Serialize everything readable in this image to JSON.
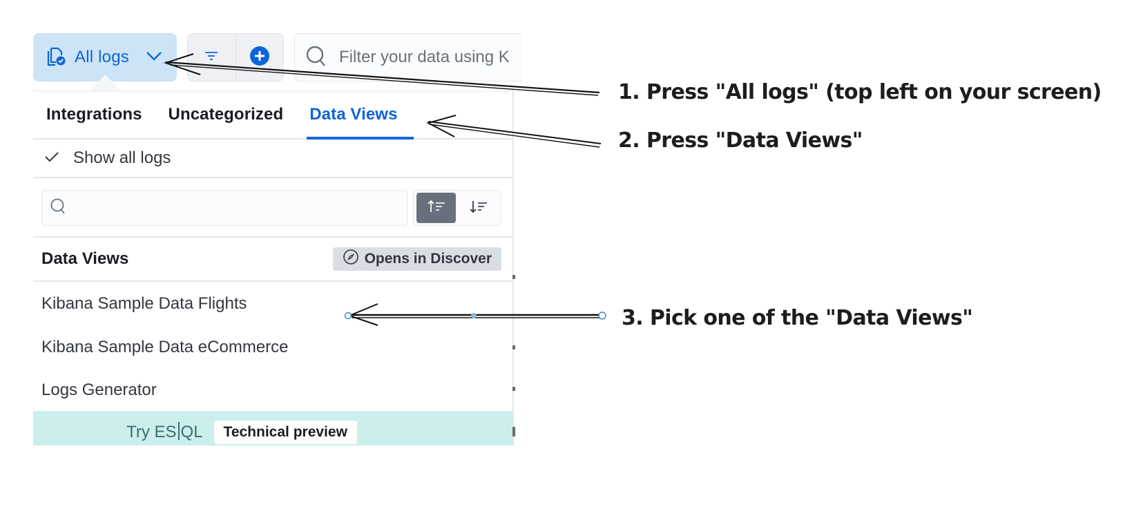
{
  "toolbar": {
    "selector_label": "All logs",
    "selector_icon": "logs-document-check-icon",
    "filter_icon": "filter-lines-icon",
    "add_icon": "plus-circle-icon",
    "query_placeholder": "Filter your data using K",
    "query_icon": "search-icon",
    "accent_color": "#0b64dd"
  },
  "popover": {
    "tabs": [
      {
        "label": "Integrations",
        "active": false
      },
      {
        "label": "Uncategorized",
        "active": false
      },
      {
        "label": "Data Views",
        "active": true
      }
    ],
    "show_all": {
      "label": "Show all logs",
      "checked": true
    },
    "search": {
      "placeholder": "",
      "value": ""
    },
    "sort": {
      "ascending_icon": "sort-ascending-icon",
      "descending_icon": "sort-descending-icon",
      "active": "ascending"
    },
    "section": {
      "title": "Data Views",
      "badge_label": "Opens in Discover",
      "badge_icon": "compass-icon"
    },
    "data_views": [
      {
        "label": "Kibana Sample Data Flights"
      },
      {
        "label": "Kibana Sample Data eCommerce"
      },
      {
        "label": "Logs Generator"
      }
    ],
    "esql": {
      "try_prefix": "Try ES",
      "try_suffix": "QL",
      "badge": "Technical preview",
      "bg_color": "#cbefed"
    }
  },
  "annotations": {
    "step1": "1. Press \"All logs\" (top left on your screen)",
    "step2": "2. Press \"Data Views\"",
    "step3": "3. Pick one of the \"Data Views\""
  }
}
